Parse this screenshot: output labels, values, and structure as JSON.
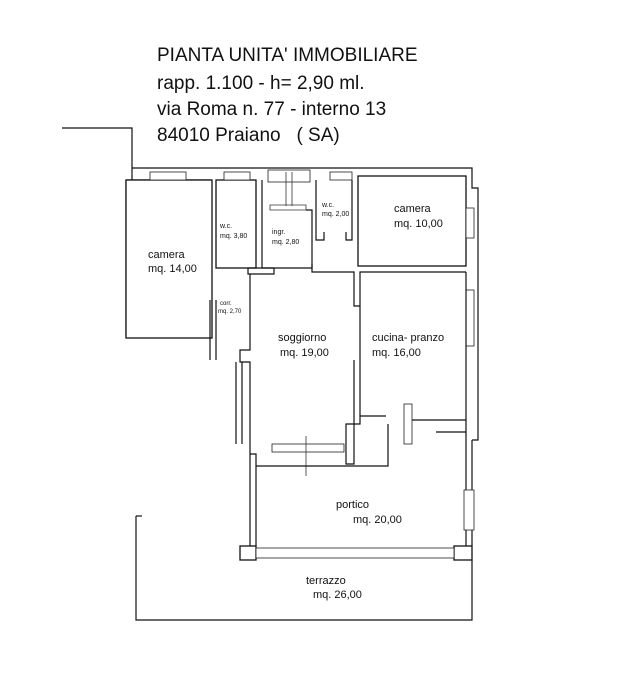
{
  "title": {
    "line1": "PIANTA UNITA' IMMOBILIARE",
    "line2": "rapp. 1.100 - h= 2,90 ml.",
    "line3": "via Roma n. 77 - interno 13",
    "line4": "84010 Praiano   ( SA)"
  },
  "rooms": {
    "camera_left": {
      "name": "camera",
      "area": "mq. 14,00"
    },
    "wc_left": {
      "name": "w.c.",
      "area": "mq. 3,80"
    },
    "ingresso": {
      "name": "ingr.",
      "area": "mq. 2,80"
    },
    "wc_right": {
      "name": "w.c.",
      "area": "mq. 2,00"
    },
    "camera_right": {
      "name": "camera",
      "area": "mq. 10,00"
    },
    "corridoio": {
      "name": "corr.",
      "area": "mq. 2,70"
    },
    "soggiorno": {
      "name": "soggiorno",
      "area": "mq. 19,00"
    },
    "cucina": {
      "name": "cucina- pranzo",
      "area": "mq. 16,00"
    },
    "portico": {
      "name": "portico",
      "area": "mq. 20,00"
    },
    "terrazzo": {
      "name": "terrazzo",
      "area": "mq. 26,00"
    }
  }
}
